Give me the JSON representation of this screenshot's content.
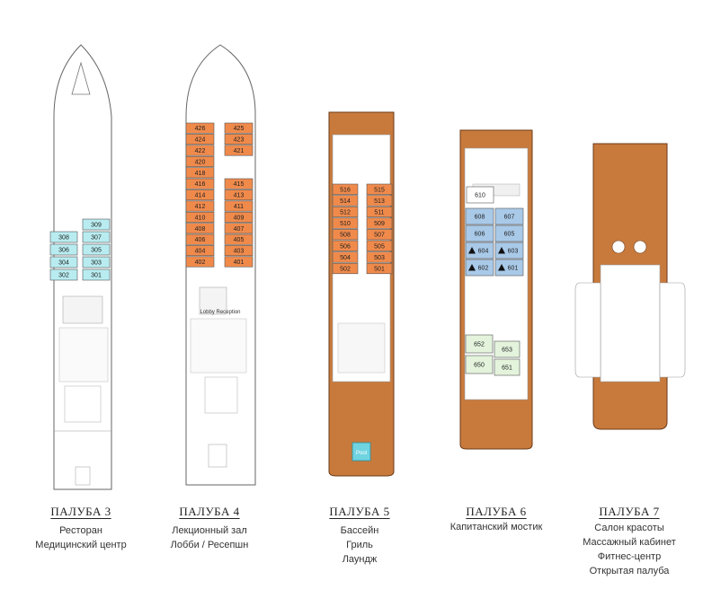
{
  "colors": {
    "orange_cabin": "#f08a4b",
    "cyan_cabin": "#b8ecf0",
    "blue_cabin": "#a9c9e8",
    "green_cabin": "#e3f3dc",
    "wood_deck": "#c87a3c",
    "outline": "#555555"
  },
  "decks": [
    {
      "title": "ПАЛУБА 3",
      "facilities": [
        "Ресторан",
        "Медицинский центр"
      ],
      "cabins": [
        "309",
        "308",
        "307",
        "306",
        "305",
        "304",
        "303",
        "302",
        "301"
      ]
    },
    {
      "title": "ПАЛУБА 4",
      "facilities": [
        "Лекционный зал",
        "Лобби / Ресепшн"
      ],
      "labels": [
        "Lobby Reception"
      ],
      "cabins": [
        "426",
        "425",
        "424",
        "423",
        "422",
        "421",
        "420",
        "418",
        "416",
        "415",
        "414",
        "413",
        "412",
        "411",
        "410",
        "409",
        "408",
        "407",
        "406",
        "405",
        "404",
        "403",
        "402",
        "401"
      ]
    },
    {
      "title": "ПАЛУБА 5",
      "facilities": [
        "Бассейн",
        "Гриль",
        "Лаундж"
      ],
      "cabins": [
        "516",
        "515",
        "514",
        "513",
        "512",
        "511",
        "510",
        "509",
        "508",
        "507",
        "506",
        "505",
        "504",
        "503",
        "502",
        "501"
      ]
    },
    {
      "title": "ПАЛУБА 6",
      "facilities": [
        "Капитанский мостик"
      ],
      "cabins": [
        "610",
        "608",
        "607",
        "606",
        "605",
        "604",
        "603",
        "602",
        "601",
        "652",
        "653",
        "650",
        "651"
      ]
    },
    {
      "title": "ПАЛУБА 7",
      "facilities": [
        "Салон красоты",
        "Массажный кабинет",
        "Фитнес-центр",
        "Открытая палуба"
      ]
    }
  ]
}
